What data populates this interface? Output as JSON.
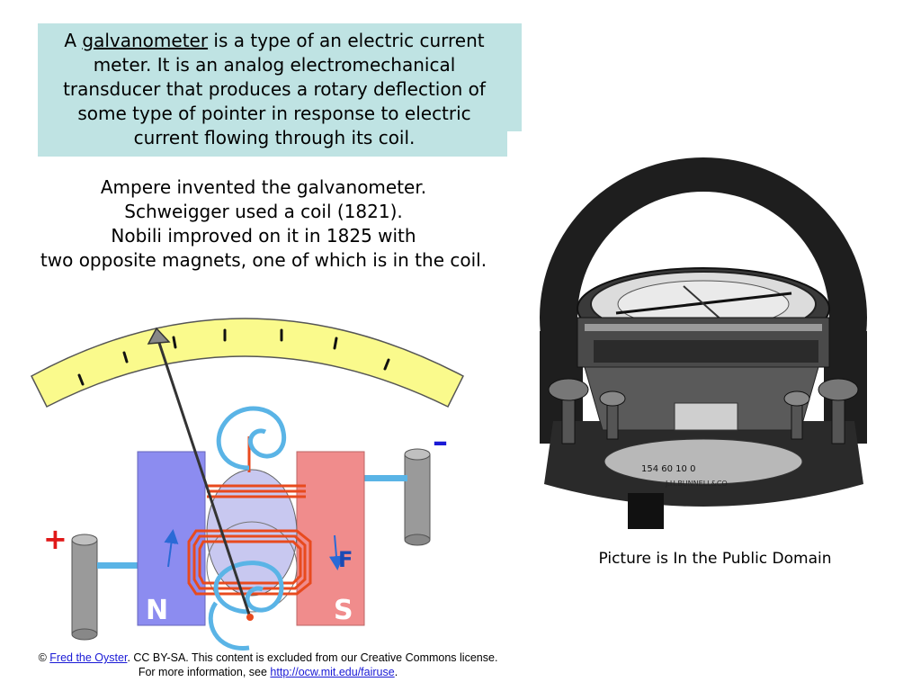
{
  "definition": {
    "prefix": "A ",
    "link_word": "galvanometer",
    "rest": " is a type of an electric current meter. It is an analog electromechanical transducer that produces a rotary deflection of some type of pointer in response to electric current flowing through its coil."
  },
  "history": [
    "Ampere invented the galvanometer.",
    "Schweigger used a coil (1821).",
    "Nobili improved on it in 1825 with",
    "two opposite magnets, one of which is in the coil."
  ],
  "diagram": {
    "plus": "+",
    "minus": "–",
    "north": "N",
    "south": "S",
    "force": "F",
    "colors": {
      "scale": "#fafa8c",
      "north_magnet": "#8c8cf0",
      "south_magnet": "#f08c8c",
      "coil": "#e84a1e",
      "wire": "#5ab4e6",
      "terminal": "#9a9a9a"
    }
  },
  "photo": {
    "plate_text": "J.H.BUNNELL&CO",
    "dial_text": "154 60 10 0"
  },
  "caption": "Picture is In the Public Domain",
  "copyright": {
    "symbol": "©",
    "author": "Fred the Oyster",
    "text1": ". CC BY-SA. This content is excluded from our Creative Commons license. For more information, see ",
    "url": "http://ocw.mit.edu/fairuse",
    "end": "."
  }
}
